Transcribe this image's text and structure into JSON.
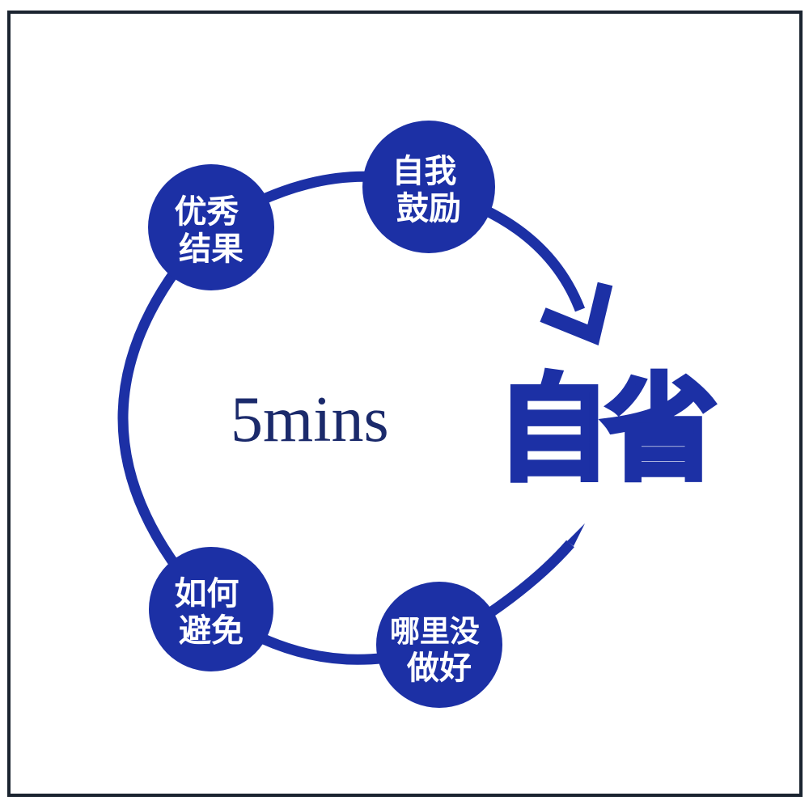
{
  "colors": {
    "primary_blue": "#1c30a5",
    "center_label_navy": "#1b2a6b",
    "frame_border": "#1b2430",
    "node_text": "#ffffff",
    "background": "#ffffff"
  },
  "diagram": {
    "title": "自省",
    "center_label": "5mins",
    "nodes": [
      {
        "id": "excellent-results",
        "line1": "优秀",
        "line2": "结果"
      },
      {
        "id": "self-encouragement",
        "line1": "自我",
        "line2": "鼓励"
      },
      {
        "id": "how-to-avoid",
        "line1": "如何",
        "line2": "避免"
      },
      {
        "id": "where-not-done-well",
        "line1": "哪里没",
        "line2": "做好"
      }
    ],
    "icons": [
      {
        "name": "flow-arrow-icon",
        "meaning": "arrow from cycle to title"
      }
    ]
  }
}
